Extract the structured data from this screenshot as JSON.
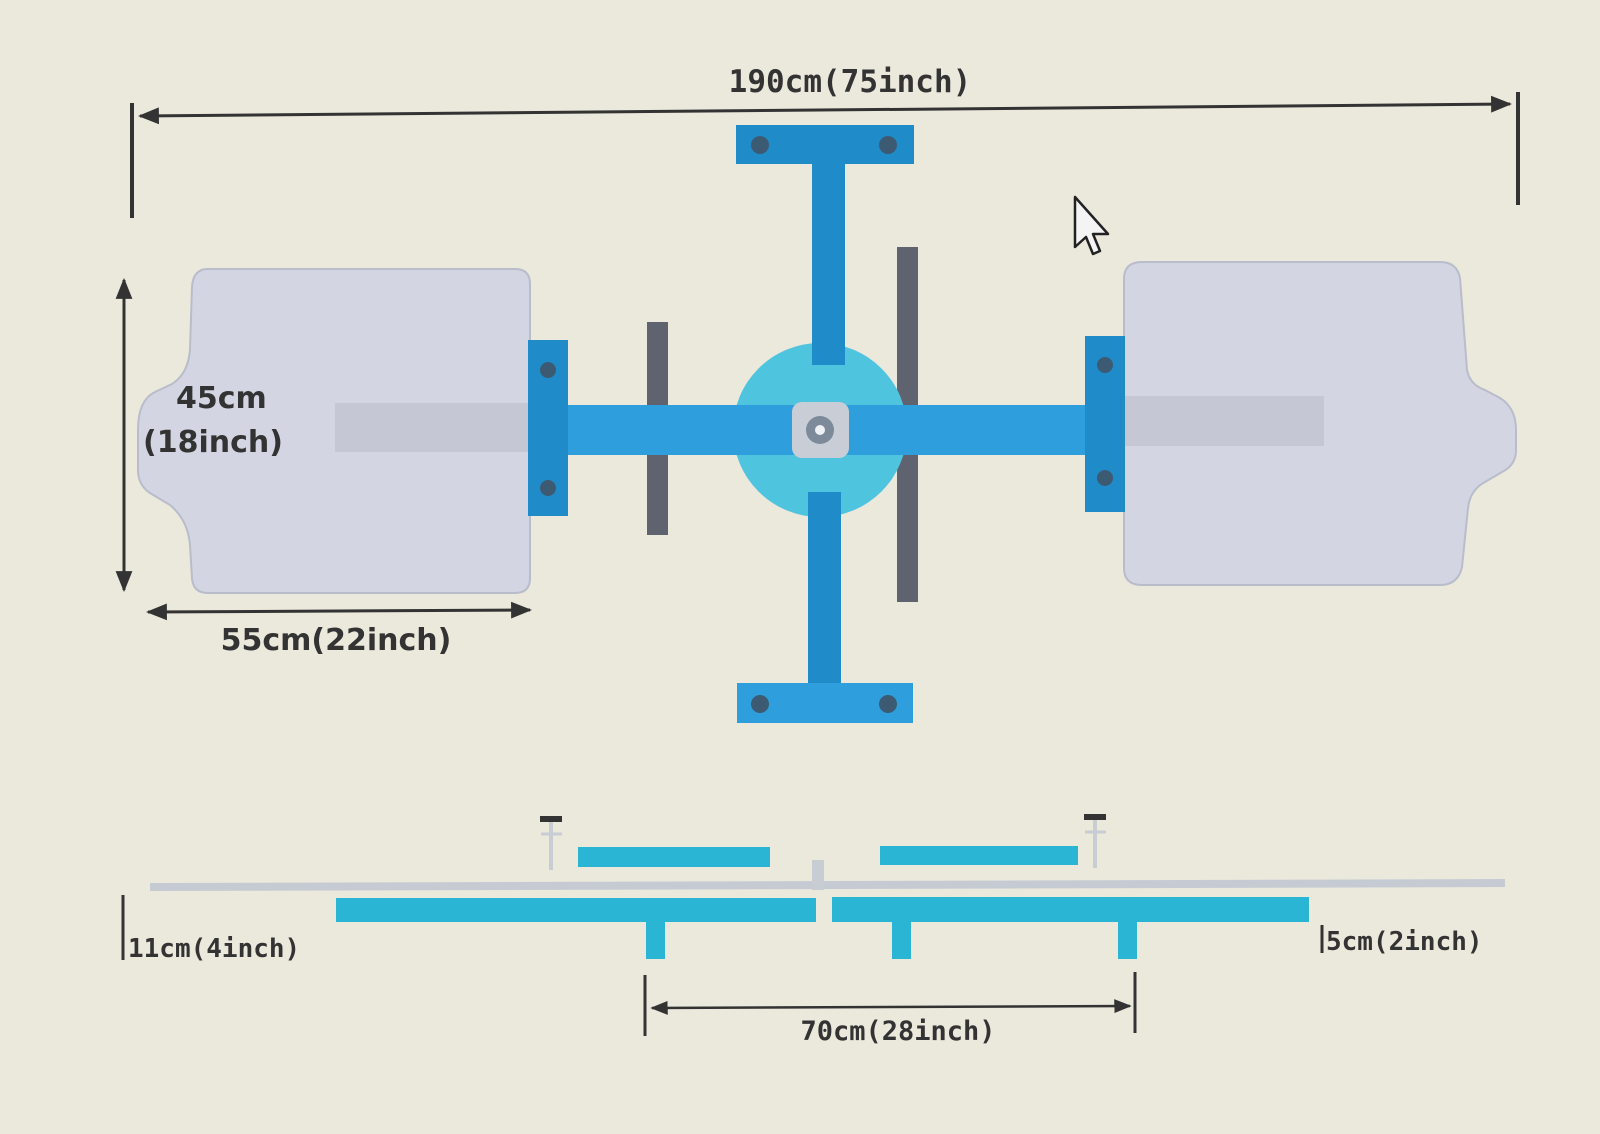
{
  "colors": {
    "background": "#ebe8dc",
    "frame_blue": "#2e9fdc",
    "frame_blue_dark": "#1f8bc8",
    "hub_cyan": "#4fc4df",
    "side_cyan": "#2bb5d4",
    "bolt": "#3d5a73",
    "float_fill": "#d3d6e2",
    "float_stroke": "#b9bccb",
    "dim_line": "#333333",
    "paddle_gray": "#5f6370"
  },
  "icons": {
    "cursor": "mouse-cursor-arrow-icon"
  },
  "dimensions": {
    "overall_width": "190cm(75inch)",
    "float_height_cm": "45cm",
    "float_height_inch": "(18inch)",
    "float_width": "55cm(22inch)",
    "frame_height": "11cm(4inch)",
    "blade_depth": "5cm(2inch)",
    "support_spacing": "70cm(28inch)"
  }
}
